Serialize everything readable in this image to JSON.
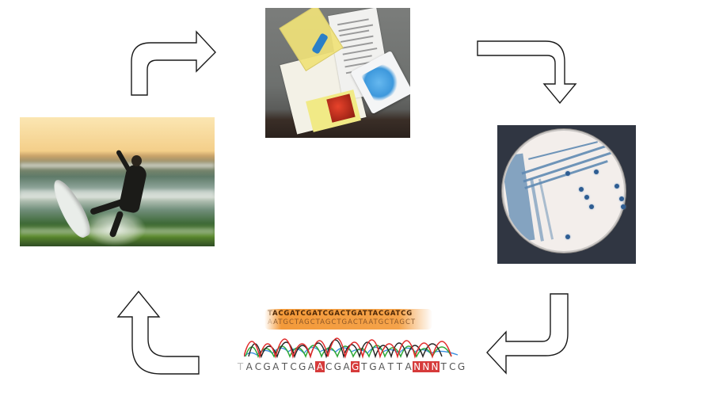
{
  "diagram": {
    "type": "cycle",
    "description": "Four-step cycle linked by outline arrows",
    "steps": [
      {
        "id": "surf",
        "label": "Surfer riding a wave",
        "image": "surfing-photo"
      },
      {
        "id": "kit",
        "label": "Sample collection kit with swab tube, instructions and blue gloves",
        "image": "sampling-kit-photo"
      },
      {
        "id": "culture",
        "label": "Agar plate with blue bacterial colonies",
        "image": "petri-dish-photo"
      },
      {
        "id": "sequencing",
        "label": "DNA sequencing chromatogram",
        "image": "dna-sequence-chromatogram"
      }
    ],
    "arrows": [
      {
        "from": "surf",
        "to": "kit",
        "direction": "up-then-right"
      },
      {
        "from": "kit",
        "to": "culture",
        "direction": "right-then-down"
      },
      {
        "from": "culture",
        "to": "sequencing",
        "direction": "down-then-left"
      },
      {
        "from": "sequencing",
        "to": "surf",
        "direction": "left-then-up"
      }
    ],
    "arrow_style": {
      "fill": "#ffffff",
      "stroke": "#1a1a1a"
    }
  },
  "sequence": {
    "top_strand": "ACGATCGATCGACTGATTACGATCG",
    "top_strand_lead": "T",
    "complement_strand": "ATGCTAGCTAGCTGACTAATGCTAGCT",
    "complement_lead": "A",
    "called_bases": [
      "T",
      "A",
      "C",
      "G",
      "A",
      "T",
      "C",
      "G",
      "A",
      "A",
      "C",
      "G",
      "A",
      "G",
      "T",
      "G",
      "A",
      "T",
      "T",
      "A",
      "N",
      "N",
      "N",
      "T",
      "C",
      "G"
    ],
    "highlighted_indices": [
      9,
      13,
      20,
      21,
      22
    ],
    "highlight_color": "#d63b3b",
    "band_color": "#f39a3a",
    "trace_colors": {
      "A": "#2ea836",
      "C": "#3a8fe0",
      "G": "#222222",
      "T": "#e02b2b"
    }
  }
}
